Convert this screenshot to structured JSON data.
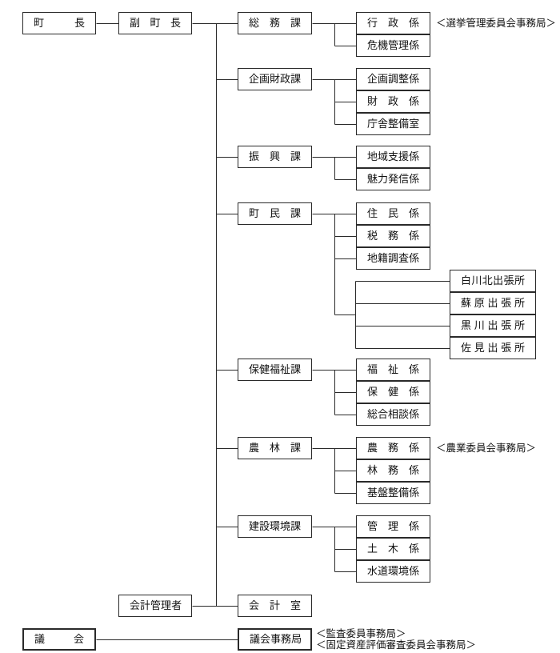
{
  "page": {
    "background": "#ffffff",
    "line_color": "#2a2a2a",
    "text_color": "#111111",
    "document_type": "organization-chart"
  },
  "org_chart": {
    "type": "diagram",
    "nodes": [
      {
        "id": "mayor",
        "label": "町長"
      },
      {
        "id": "deputy-mayor",
        "label": "副町長"
      },
      {
        "id": "general-affairs-division",
        "label": "総務課"
      },
      {
        "id": "administration-section",
        "label": "行政係",
        "annotations": [
          "＜選挙管理委員会事務局＞"
        ]
      },
      {
        "id": "crisis-management-section",
        "label": "危機管理係"
      },
      {
        "id": "planning-finance-division",
        "label": "企画財政課"
      },
      {
        "id": "planning-coordination-section",
        "label": "企画調整係"
      },
      {
        "id": "finance-section",
        "label": "財政係"
      },
      {
        "id": "government-building-office",
        "label": "庁舎整備室"
      },
      {
        "id": "promotion-division",
        "label": "振興課"
      },
      {
        "id": "regional-support-section",
        "label": "地域支援係"
      },
      {
        "id": "attractiveness-promotion-section",
        "label": "魅力発信係"
      },
      {
        "id": "residents-division",
        "label": "町民課"
      },
      {
        "id": "resident-section",
        "label": "住民係"
      },
      {
        "id": "tax-section",
        "label": "税務係"
      },
      {
        "id": "cadastral-survey-section",
        "label": "地籍調査係"
      },
      {
        "id": "shirakawakita-branch",
        "label": "白川北出張所"
      },
      {
        "id": "sohara-branch",
        "label": "蘇原出張所"
      },
      {
        "id": "kurokawa-branch",
        "label": "黒川出張所"
      },
      {
        "id": "sami-branch",
        "label": "佐見出張所"
      },
      {
        "id": "health-welfare-division",
        "label": "保健福祉課"
      },
      {
        "id": "welfare-section",
        "label": "福祉係"
      },
      {
        "id": "health-section",
        "label": "保健係"
      },
      {
        "id": "general-consultation-section",
        "label": "総合相談係"
      },
      {
        "id": "agriculture-forestry-division",
        "label": "農林課"
      },
      {
        "id": "agriculture-section",
        "label": "農務係",
        "annotations": [
          "＜農業委員会事務局＞"
        ]
      },
      {
        "id": "forestry-section",
        "label": "林務係"
      },
      {
        "id": "infrastructure-section",
        "label": "基盤整備係"
      },
      {
        "id": "construction-environment-division",
        "label": "建設環境課"
      },
      {
        "id": "management-section",
        "label": "管理係"
      },
      {
        "id": "civil-engineering-section",
        "label": "土木係"
      },
      {
        "id": "water-environment-section",
        "label": "水道環境係"
      },
      {
        "id": "accounting-manager",
        "label": "会計管理者"
      },
      {
        "id": "accounting-office",
        "label": "会計室"
      },
      {
        "id": "council",
        "label": "議会"
      },
      {
        "id": "council-secretariat",
        "label": "議会事務局",
        "annotations": [
          "＜監査委員事務局＞",
          "＜固定資産評価審査委員会事務局＞"
        ]
      }
    ],
    "edges": [
      [
        "町長",
        "副町長"
      ],
      [
        "副町長",
        "総務課"
      ],
      [
        "副町長",
        "企画財政課"
      ],
      [
        "副町長",
        "振興課"
      ],
      [
        "副町長",
        "町民課"
      ],
      [
        "副町長",
        "保健福祉課"
      ],
      [
        "副町長",
        "農林課"
      ],
      [
        "副町長",
        "建設環境課"
      ],
      [
        "副町長",
        "会計室"
      ],
      [
        "総務課",
        "行政係"
      ],
      [
        "総務課",
        "危機管理係"
      ],
      [
        "企画財政課",
        "企画調整係"
      ],
      [
        "企画財政課",
        "財政係"
      ],
      [
        "企画財政課",
        "庁舎整備室"
      ],
      [
        "振興課",
        "地域支援係"
      ],
      [
        "振興課",
        "魅力発信係"
      ],
      [
        "町民課",
        "住民係"
      ],
      [
        "町民課",
        "税務係"
      ],
      [
        "町民課",
        "地籍調査係"
      ],
      [
        "町民課",
        "白川北出張所"
      ],
      [
        "町民課",
        "蘇原出張所"
      ],
      [
        "町民課",
        "黒川出張所"
      ],
      [
        "町民課",
        "佐見出張所"
      ],
      [
        "保健福祉課",
        "福祉係"
      ],
      [
        "保健福祉課",
        "保健係"
      ],
      [
        "保健福祉課",
        "総合相談係"
      ],
      [
        "農林課",
        "農務係"
      ],
      [
        "農林課",
        "林務係"
      ],
      [
        "農林課",
        "基盤整備係"
      ],
      [
        "建設環境課",
        "管理係"
      ],
      [
        "建設環境課",
        "土木係"
      ],
      [
        "建設環境課",
        "水道環境係"
      ],
      [
        "会計管理者",
        "会計室"
      ],
      [
        "議会",
        "議会事務局"
      ]
    ]
  }
}
